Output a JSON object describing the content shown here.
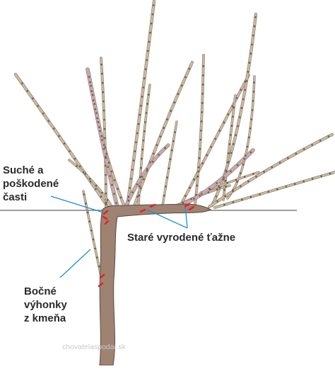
{
  "labels": {
    "dry_damaged": {
      "line1": "Suché a",
      "line2": "poškodené",
      "line3": "časti"
    },
    "old_canes": "Staré vyrodené ťažne",
    "side_shoots": {
      "line1": "Bočné",
      "line2": "výhonky",
      "line3": "z kmeňa"
    }
  },
  "watermark": "chovatelaspodar.sk",
  "colors": {
    "trunk": "#9e8372",
    "trunk_outline": "#5b4a40",
    "cane": "#c8b9a3",
    "cane_outline": "#8a7a66",
    "old_cane": "#c7a9b0",
    "wire": "#7f7f7f",
    "leader_line": "#1e8fcf",
    "cut_mark": "#e0242a"
  }
}
